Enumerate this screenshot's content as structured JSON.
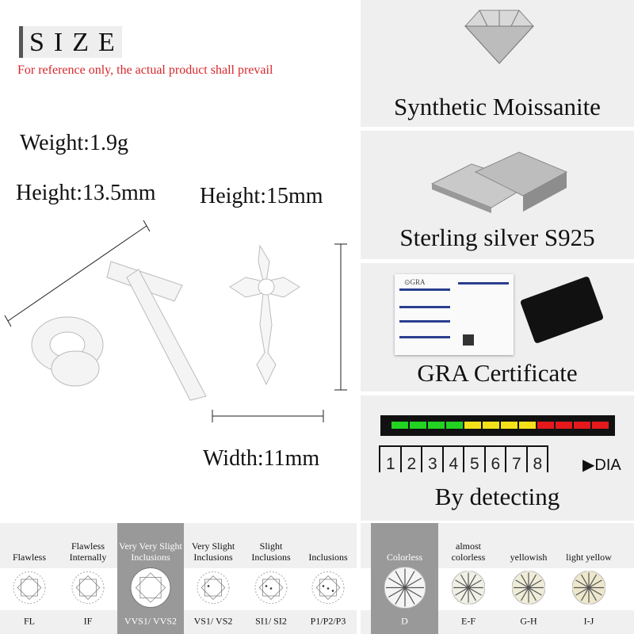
{
  "size_section": {
    "title": "SIZE",
    "note": "For reference only, the actual product shall prevail",
    "weight": "Weight:1.9g",
    "height_side": "Height:13.5mm",
    "height_front": "Height:15mm",
    "width": "Width:11mm"
  },
  "features": [
    {
      "title": "Synthetic Moissanite",
      "icon": "diamond-icon"
    },
    {
      "title": "Sterling silver S925",
      "icon": "silver-bar-icon"
    },
    {
      "title": "GRA Certificate",
      "icon": "certificate-icon",
      "cert_logo": "GRA"
    },
    {
      "title": "By detecting",
      "icon": "tester-icon"
    }
  ],
  "tester": {
    "scale": [
      "1",
      "2",
      "3",
      "4",
      "5",
      "6",
      "7",
      "8"
    ],
    "end_label": "DIA",
    "colors": {
      "green": "#22d322",
      "yellow": "#f3e21a",
      "red": "#e5191b"
    }
  },
  "clarity": [
    {
      "label": "Flawless",
      "code": "FL"
    },
    {
      "label": "Flawless Internally",
      "code": "IF"
    },
    {
      "label": "Very Very Slight Inclusions",
      "code": "VVS1/ VVS2",
      "highlighted": true
    },
    {
      "label": "Very Slight Inclusions",
      "code": "VS1/ VS2"
    },
    {
      "label": "Slight Inclusions",
      "code": "SI1/ SI2"
    },
    {
      "label": "Inclusions",
      "code": "P1/P2/P3"
    }
  ],
  "color_grades": [
    {
      "label": "Colorless",
      "code": "D",
      "highlighted": true
    },
    {
      "label": "almost colorless",
      "code": "E-F"
    },
    {
      "label": "yellowish",
      "code": "G-H"
    },
    {
      "label": "light yellow",
      "code": "I-J"
    }
  ]
}
